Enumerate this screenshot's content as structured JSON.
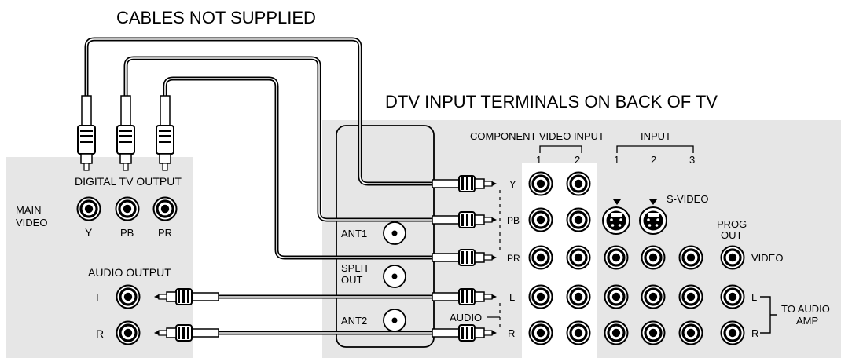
{
  "diagram": {
    "cables_note": "CABLES NOT SUPPLIED",
    "tv_title": "DTV INPUT TERMINALS ON BACK OF TV",
    "source_device": {
      "digital_tv_output": "DIGITAL TV OUTPUT",
      "main_video": "MAIN",
      "main_video_2": "VIDEO",
      "jack_y": "Y",
      "jack_pb": "PB",
      "jack_pr": "PR",
      "audio_output": "AUDIO OUTPUT",
      "jack_l": "L",
      "jack_r": "R"
    },
    "tv_panel": {
      "component_video_input": "COMPONENT VIDEO INPUT",
      "input": "INPUT",
      "comp_1": "1",
      "comp_2": "2",
      "input_1": "1",
      "input_2": "2",
      "input_3": "3",
      "s_video": "S-VIDEO",
      "prog_out": "PROG",
      "prog_out_2": "OUT",
      "video": "VIDEO",
      "ant1": "ANT1",
      "split_out": "SPLIT",
      "split_out_2": "OUT",
      "ant2": "ANT2",
      "audio": "AUDIO",
      "row_y": "Y",
      "row_pb": "PB",
      "row_pr": "PR",
      "row_l": "L",
      "row_r": "R",
      "right_l": "L",
      "right_r": "R",
      "to_audio_amp": "TO AUDIO",
      "to_audio_amp_2": "AMP"
    }
  }
}
